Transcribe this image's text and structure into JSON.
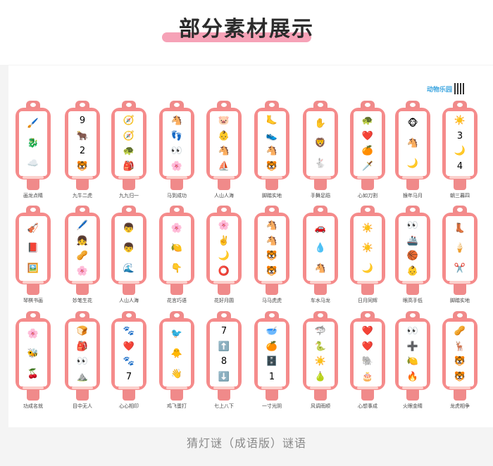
{
  "title": "部分素材展示",
  "footer": "猜灯谜（成语版）谜语",
  "brand": "动物乐园",
  "colors": {
    "tag": "#f58b8b",
    "accent": "#f6a2b7"
  },
  "rows": [
    [
      {
        "answer": "画龙点睛",
        "icons": [
          "🖌️",
          "🐉",
          "☁️"
        ]
      },
      {
        "answer": "九牛二虎",
        "icons": [
          "9",
          "🐂",
          "2",
          "🐯"
        ]
      },
      {
        "answer": "九九归一",
        "icons": [
          "🧭",
          "🧭",
          "🐢",
          "🎒"
        ]
      },
      {
        "answer": "马到成功",
        "icons": [
          "🐴",
          "👣",
          "👀",
          "🌸"
        ]
      },
      {
        "answer": "人山人海",
        "icons": [
          "🐷",
          "👶",
          "🐴",
          "⛵"
        ]
      },
      {
        "answer": "脚踏实地",
        "icons": [
          "🦶",
          "👟",
          "🐴",
          "🐯"
        ]
      },
      {
        "answer": "手舞足蹈",
        "icons": [
          "✋",
          "🦁",
          "🐇"
        ]
      },
      {
        "answer": "心如刀割",
        "icons": [
          "🐢",
          "❤️",
          "🍊",
          "🗡️"
        ]
      },
      {
        "answer": "猴年马月",
        "icons": [
          "🐵",
          "🐴",
          "🌙"
        ]
      },
      {
        "answer": "朝三暮四",
        "icons": [
          "☀️",
          "3",
          "🌙",
          "4"
        ]
      }
    ],
    [
      {
        "answer": "琴棋书画",
        "icons": [
          "🎻",
          "📕",
          "🖼️"
        ]
      },
      {
        "answer": "妙笔生花",
        "icons": [
          "🖊️",
          "👧",
          "🥜",
          "🌸"
        ]
      },
      {
        "answer": "人山人海",
        "icons": [
          "👦",
          "👦",
          "🌊"
        ]
      },
      {
        "answer": "花言巧语",
        "icons": [
          "🌸",
          "🍋",
          "👇"
        ]
      },
      {
        "answer": "花好月圆",
        "icons": [
          "🌸",
          "✌️",
          "🌙",
          "⭕"
        ]
      },
      {
        "answer": "马马虎虎",
        "icons": [
          "🐴",
          "🐴",
          "🐯",
          "🐯"
        ]
      },
      {
        "answer": "车水马龙",
        "icons": [
          "🚗",
          "💧",
          "🐴"
        ]
      },
      {
        "answer": "日月同辉",
        "icons": [
          "☀️",
          "☀️",
          "🌙"
        ]
      },
      {
        "answer": "眼高手低",
        "icons": [
          "👀",
          "🚢",
          "🏀",
          "👶"
        ]
      },
      {
        "answer": "脚踏实地",
        "icons": [
          "👢",
          "🍦",
          "✂️"
        ]
      }
    ],
    [
      {
        "answer": "功成名就",
        "icons": [
          "🌸",
          "🐝",
          "🍒"
        ]
      },
      {
        "answer": "目中无人",
        "icons": [
          "🍞",
          "🎒",
          "👀",
          "⛰️"
        ]
      },
      {
        "answer": "心心相印",
        "icons": [
          "🐾",
          "❤️",
          "🐾",
          "7"
        ]
      },
      {
        "answer": "鸡飞蛋打",
        "icons": [
          "🐦",
          "🐥",
          "👋"
        ]
      },
      {
        "answer": "七上八下",
        "icons": [
          "7",
          "⬆️",
          "8",
          "⬇️"
        ]
      },
      {
        "answer": "一寸光阴",
        "icons": [
          "🥣",
          "🍊",
          "🗄️",
          "1"
        ]
      },
      {
        "answer": "风调雨顺",
        "icons": [
          "🦈",
          "🐍",
          "☀️",
          "🍐"
        ]
      },
      {
        "answer": "心想事成",
        "icons": [
          "❤️",
          "❤️",
          "🐘",
          "🎂"
        ]
      },
      {
        "answer": "火眼金睛",
        "icons": [
          "👀",
          "➕",
          "🍋",
          "🔥"
        ]
      },
      {
        "answer": "龙虎相争",
        "icons": [
          "🥜",
          "🦌",
          "🐯",
          "🐯"
        ]
      }
    ]
  ]
}
